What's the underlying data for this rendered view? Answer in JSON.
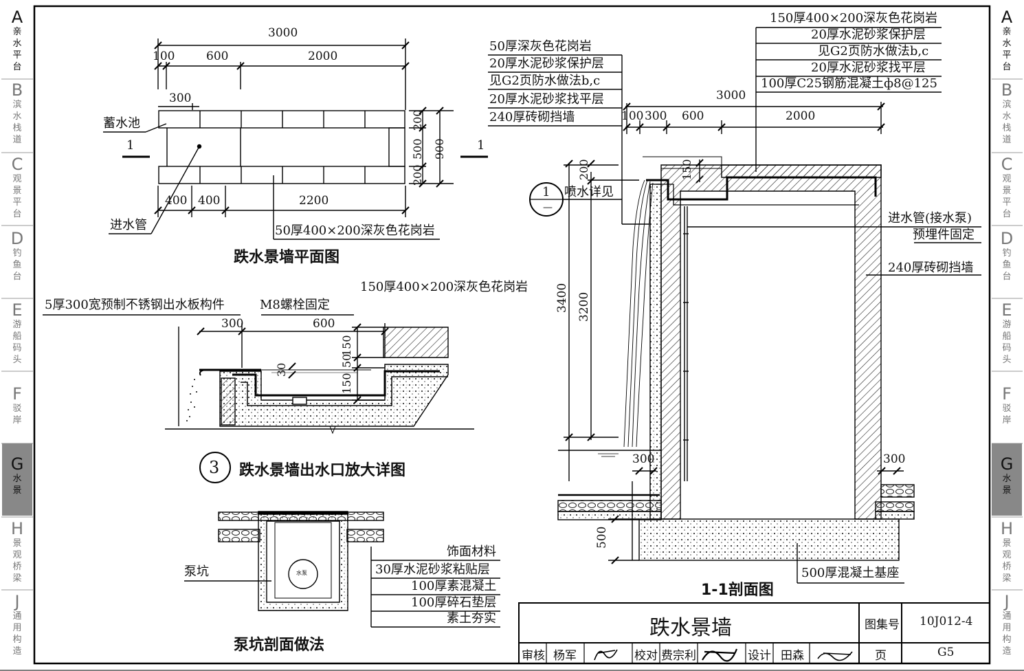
{
  "left_tabs": [
    {
      "letter": "A",
      "name": "亲水平台",
      "state": "normal"
    },
    {
      "letter": "B",
      "name": "滨水栈道",
      "state": "dim"
    },
    {
      "letter": "C",
      "name": "观景平台",
      "state": "dim"
    },
    {
      "letter": "D",
      "name": "钓鱼台",
      "state": "dim"
    },
    {
      "letter": "E",
      "name": "游船码头",
      "state": "dim"
    },
    {
      "letter": "F",
      "name": "驳岸",
      "state": "dim"
    },
    {
      "letter": "G",
      "name": "水景",
      "state": "active"
    },
    {
      "letter": "H",
      "name": "景观桥梁",
      "state": "dim"
    },
    {
      "letter": "J",
      "name": "通用构造",
      "state": "dim"
    }
  ],
  "plan": {
    "title": "跌水景墙平面图",
    "label_pool": "蓄水池",
    "label_inlet": "进水管",
    "label_stone": "50厚400×200深灰色花岗岩",
    "section_mark": "1",
    "dims_top": {
      "total": "3000",
      "d1": "100",
      "d2": "600",
      "d3": "2000",
      "d4": "300"
    },
    "dims_bottom": {
      "d1": "400",
      "d2": "400",
      "d3": "2200"
    },
    "dims_right": {
      "d1": "200",
      "d2": "500",
      "d3": "200",
      "total": "900"
    }
  },
  "detail3": {
    "title": "跌水景墙出水口放大详图",
    "number": "3",
    "label_board": "5厚300宽预制不锈钢出水板构件",
    "label_bolt": "M8螺栓固定",
    "label_stone": "150厚400×200深灰色花岗岩",
    "dims": {
      "d300": "300",
      "d600": "600",
      "v150a": "150",
      "v50": "50",
      "v150b": "150",
      "v30": "30"
    }
  },
  "pump": {
    "title": "泵坑剖面做法",
    "label_pit": "泵坑",
    "pump_label": "水泵",
    "layers": [
      "饰面材料",
      "30厚水泥砂浆粘贴层",
      "100厚素混凝土",
      "100厚碎石垫层",
      "素土夯实"
    ]
  },
  "section": {
    "title": "1-1剖面图",
    "left_layers": [
      "50厚深灰色花岗岩",
      "20厚水泥砂浆保护层",
      "见G2页防水做法b,c",
      "20厚水泥砂浆找平层",
      "240厚砖砌挡墙"
    ],
    "top_layers": [
      "150厚400×200深灰色花岗岩",
      "20厚水泥砂浆保护层",
      "见G2页防水做法b,c",
      "20厚水泥砂浆找平层",
      "100厚C25钢筋混凝土ф8@125"
    ],
    "label_inlet_1": "进水管(接水泵)",
    "label_inlet_2": "预埋件固定",
    "label_wall": "240厚砖砌挡墙",
    "label_base": "500厚混凝土基座",
    "label_spray": "喷水详见",
    "ref_num": "1",
    "ref_sheet": "—",
    "dims": {
      "total": "3000",
      "d100": "100",
      "d300": "300",
      "d600": "600",
      "d2000": "2000",
      "v200": "200",
      "v150": "150",
      "h3400": "3400",
      "h3200": "3200",
      "h500": "500",
      "b300l": "300",
      "b300r": "300"
    }
  },
  "title_block": {
    "drawing_name": "跌水景墙",
    "atlas_label": "图集号",
    "atlas_no": "10J012-4",
    "review_label": "审核",
    "reviewer": "杨军",
    "check_label": "校对",
    "checker": "费宗利",
    "design_label": "设计",
    "designer": "田森",
    "page_label": "页",
    "page_no": "G5"
  }
}
